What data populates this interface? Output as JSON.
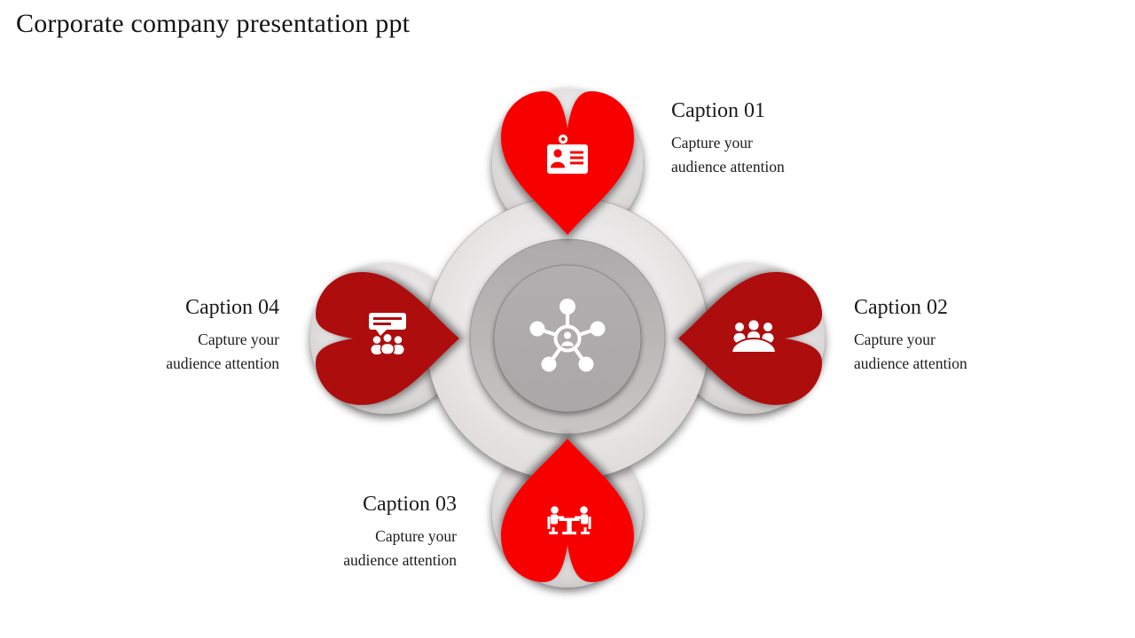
{
  "slide_title": "Corporate company presentation ppt",
  "colors": {
    "bright_red": "#F90400",
    "dark_red": "#AE0E0E",
    "icon_white": "#FFFFFF",
    "text": "#1B1B1B",
    "gray_inner_circle": "#ABA9A9"
  },
  "icons": {
    "top": "id-badge-icon",
    "right": "audience-icon",
    "bottom": "meeting-table-icon",
    "left": "presentation-board-icon",
    "center": "network-hub-icon"
  },
  "captions": [
    {
      "title": "Caption 01",
      "line1": "Capture your",
      "line2": "audience attention"
    },
    {
      "title": "Caption 02",
      "line1": "Capture your",
      "line2": "audience attention"
    },
    {
      "title": "Caption 03",
      "line1": "Capture your",
      "line2": "audience attention"
    },
    {
      "title": "Caption 04",
      "line1": "Capture your",
      "line2": "audience attention"
    }
  ]
}
